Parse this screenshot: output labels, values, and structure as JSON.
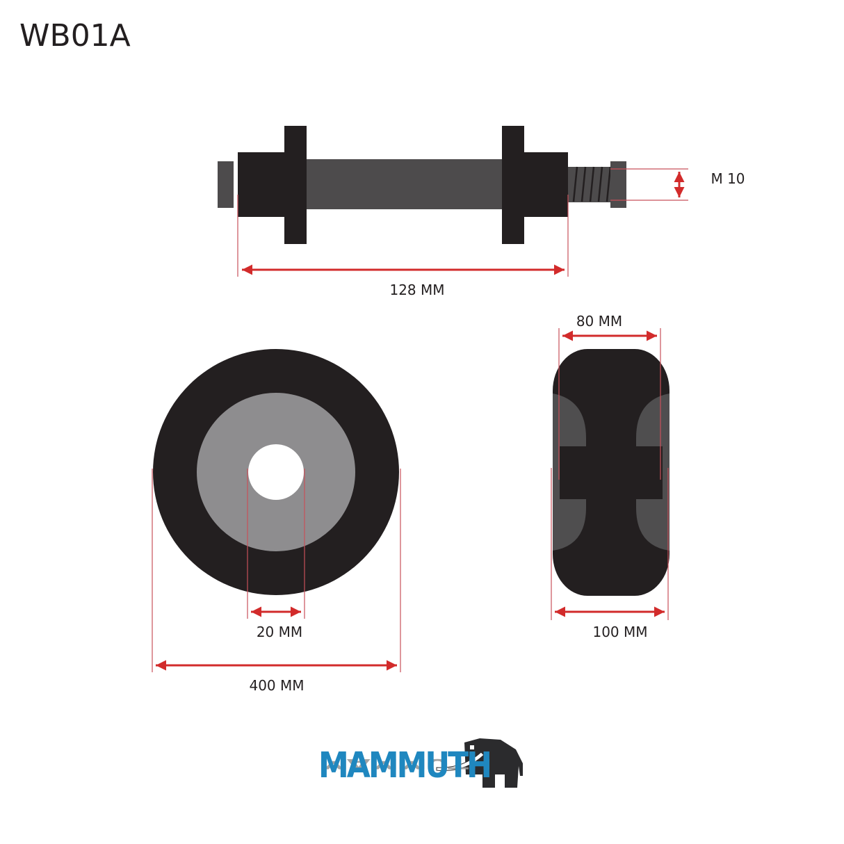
{
  "title": "WB01A",
  "colors": {
    "rubber": "#231f20",
    "shaft": "#4d4b4c",
    "hub_gray": "#8e8d8f",
    "side_insert": "#4f4e4f",
    "dimension": "#d22b2b",
    "dimension_line": "#c8505a",
    "logo_blue": "#1f87bf",
    "logo_gray": "#9a9a9a",
    "logo_mammoth": "#2b2b2d"
  },
  "dimensions": {
    "axle_length": "128 MM",
    "thread": "M 10",
    "side_inner_width": "80 MM",
    "side_outer_width": "100 MM",
    "bore_diameter": "20 MM",
    "wheel_diameter": "400 MM"
  },
  "views": {
    "top": "axle-side-view",
    "front": "wheel-front-view",
    "side": "wheel-profile-view"
  },
  "logo": {
    "brand": "MAMMUTH",
    "icon": "mammoth-icon"
  }
}
